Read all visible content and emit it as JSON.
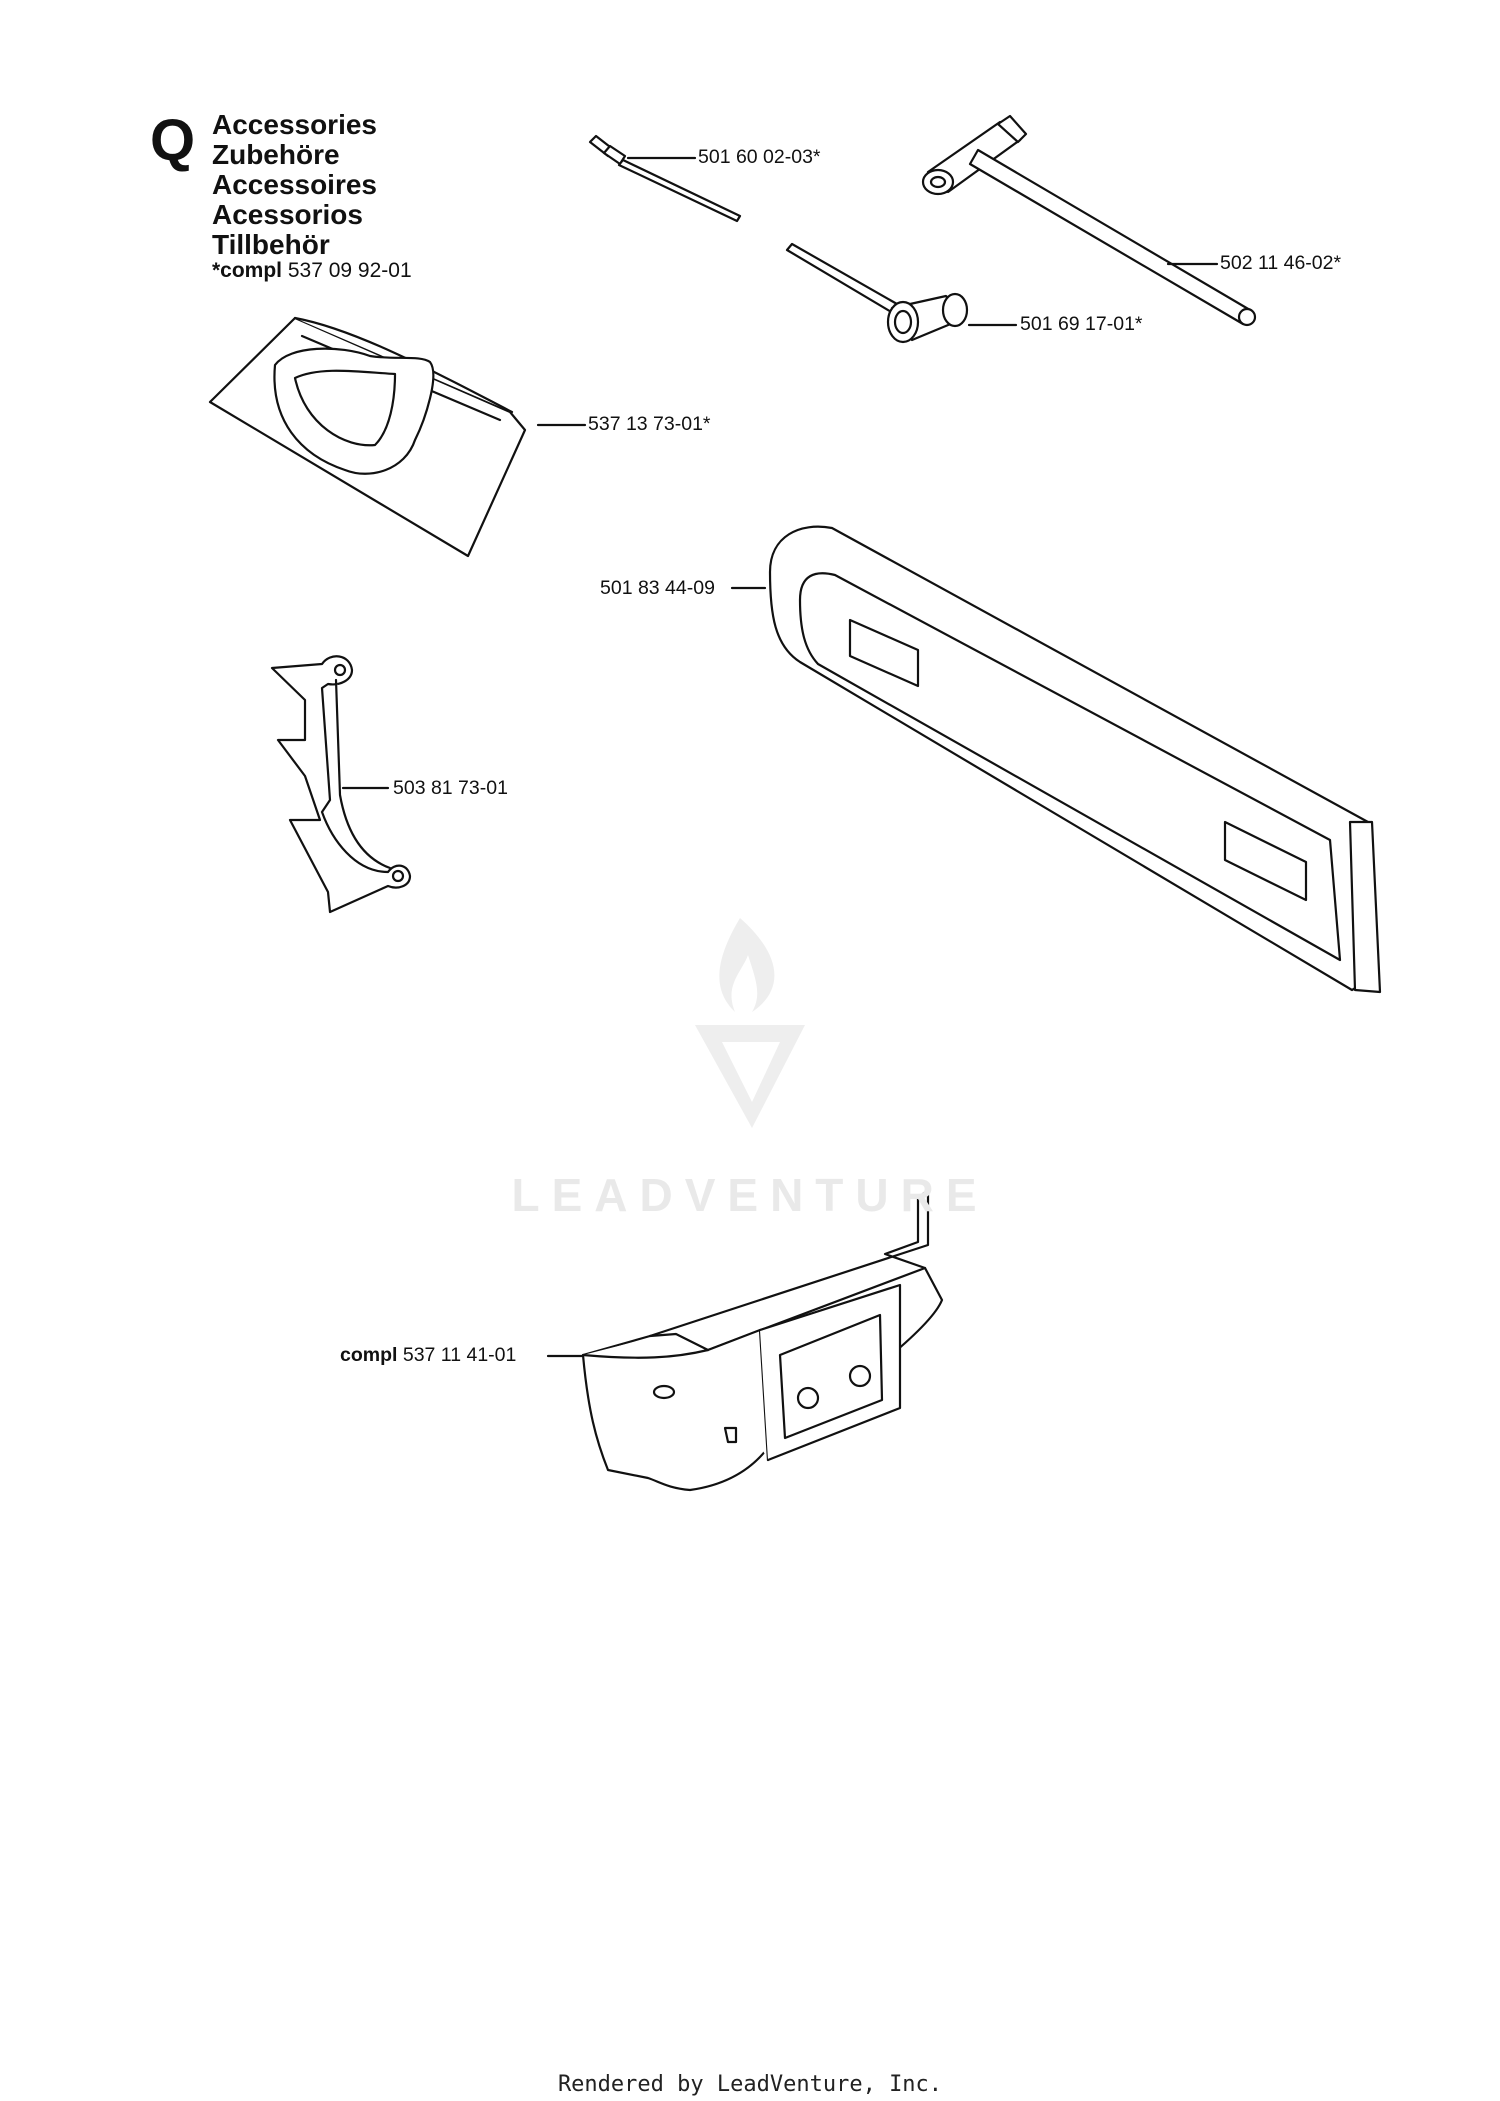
{
  "section": {
    "letter": "Q",
    "titles": [
      "Accessories",
      "Zubehöre",
      "Accessoires",
      "Acessorios",
      "Tillbehör"
    ],
    "compl_prefix": "*compl",
    "compl_number": "537 09 92-01"
  },
  "callouts": {
    "file": "501 60 02-03*",
    "t_wrench": "502 11 46-02*",
    "combi_wrench": "501 69 17-01*",
    "bag": "537 13 73-01*",
    "bar_cover": "501 83 44-09",
    "bumper_spike": "503 81 73-01",
    "cover_prefix": "compl",
    "cover_number": "537 11 41-01"
  },
  "watermark": "LEADVENTURE",
  "footer": "Rendered by LeadVenture, Inc.",
  "colors": {
    "line": "#111111",
    "fill": "#ffffff",
    "watermark": "#e9e9e9"
  }
}
